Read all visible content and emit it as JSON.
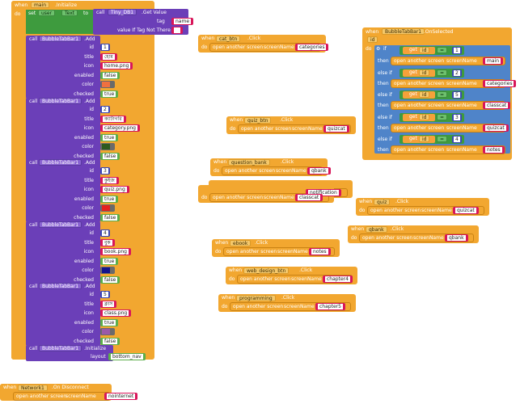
{
  "main_init": {
    "when": "when",
    "component": "main",
    "event": ".Initialize",
    "do": "do",
    "set": "set",
    "user_var": "user",
    "text_prop": "Text",
    "to": "to",
    "call": "call",
    "db": "Tiny_DB1",
    "get_value": ".Get Value",
    "tag": "tag",
    "tag_value": "name",
    "value_if_not": "value If Tag Not There",
    "add_items": [
      {
        "call": "call",
        "component": "BubbleTabBar1",
        "method": ".Add",
        "id_label": "id",
        "id": "1",
        "title_label": "title",
        "title": "হোম",
        "icon_label": "icon",
        "icon": "home.png",
        "enabled_label": "enabled",
        "enabled": "false",
        "color_label": "color",
        "color": "#f07040",
        "checked_label": "checked",
        "checked": "true"
      },
      {
        "call": "call",
        "component": "BubbleTabBar1",
        "method": ".Add",
        "id_label": "id",
        "id": "2",
        "title_label": "title",
        "title": "ক্যাটাগরি",
        "icon_label": "icon",
        "icon": "category.png",
        "enabled_label": "enabled",
        "enabled": "true",
        "color_label": "color",
        "color": "#2d5a1e",
        "checked_label": "checked",
        "checked": "false"
      },
      {
        "call": "call",
        "component": "BubbleTabBar1",
        "method": ".Add",
        "id_label": "id",
        "id": "3",
        "title_label": "title",
        "title": "কুইজ",
        "icon_label": "icon",
        "icon": "quiz.png",
        "enabled_label": "enabled",
        "enabled": "true",
        "color_label": "color",
        "color": "#e52020",
        "checked_label": "checked",
        "checked": "false"
      },
      {
        "call": "call",
        "component": "BubbleTabBar1",
        "method": ".Add",
        "id_label": "id",
        "id": "4",
        "title_label": "title",
        "title": "বুক",
        "icon_label": "icon",
        "icon": "book.png",
        "enabled_label": "enabled",
        "enabled": "true",
        "color_label": "color",
        "color": "#14148c",
        "checked_label": "checked",
        "checked": "false"
      },
      {
        "call": "call",
        "component": "BubbleTabBar1",
        "method": ".Add",
        "id_label": "id",
        "id": "5",
        "title_label": "title",
        "title": "ক্লাস",
        "icon_label": "icon",
        "icon": "class.png",
        "enabled_label": "enabled",
        "enabled": "true",
        "color_label": "color",
        "color": "#9a5aa8",
        "checked_label": "checked",
        "checked": "false"
      }
    ],
    "init_call": "call",
    "init_component": "BubbleTabBar1",
    "init_method": ".Initialize",
    "layout_label": "layout",
    "layout_value": "bottom_nav"
  },
  "network": {
    "when": "when",
    "component": "Network1",
    "event": ".On Disconnect",
    "action": "open another screen",
    "screen_name_label": "screenName",
    "screen": "nointernet"
  },
  "click_events": [
    {
      "when": "when",
      "component": "cat_btn",
      "event": ".Click",
      "do": "do",
      "action": "open another screen",
      "screen_name_label": "screenName",
      "screen": "categories"
    },
    {
      "when": "when",
      "component": "quiz_btn",
      "event": ".Click",
      "do": "do",
      "action": "open another screen",
      "screen_name_label": "screenName",
      "screen": "quizcat"
    },
    {
      "when": "when",
      "component": "question_bank",
      "event": ".Click",
      "do": "do",
      "action": "open another screen",
      "screen_name_label": "screenName",
      "screen": "qbank"
    },
    {
      "when": "when",
      "component": "",
      "event": "",
      "do": "do",
      "action": "open another screen",
      "screen_name_label": "screenName",
      "screen": "notification"
    },
    {
      "when": "when",
      "component": "",
      "event": "",
      "do": "do",
      "action": "open another screen",
      "screen_name_label": "screenName",
      "screen": "classcat"
    },
    {
      "when": "when",
      "component": "quiz",
      "event": ".Click",
      "do": "do",
      "action": "open another screen",
      "screen_name_label": "screenName",
      "screen": "quizcat"
    },
    {
      "when": "when",
      "component": "qbank",
      "event": ".Click",
      "do": "do",
      "action": "open another screen",
      "screen_name_label": "screenName",
      "screen": "qbank"
    },
    {
      "when": "when",
      "component": "ebook",
      "event": ".Click",
      "do": "do",
      "action": "open another screen",
      "screen_name_label": "screenName",
      "screen": "notes"
    },
    {
      "when": "when",
      "component": "web_design_btn",
      "event": ".Click",
      "do": "do",
      "action": "open another screen",
      "screen_name_label": "screenName",
      "screen": "chapter4"
    },
    {
      "when": "when",
      "component": "programming",
      "event": ".Click",
      "do": "do",
      "action": "open another screen",
      "screen_name_label": "screenName",
      "screen": "chapter5"
    }
  ],
  "tab_selected": {
    "when": "when",
    "component": "BubbleTabBar1",
    "event": ".OnSelected",
    "param": "id",
    "do": "do",
    "if": "if",
    "get": "get",
    "var": "id",
    "op": "=",
    "then": "then",
    "else_if": "else if",
    "action": "open another screen",
    "screen_name_label": "screenName",
    "branches": [
      {
        "id": "1",
        "screen": "main"
      },
      {
        "id": "2",
        "screen": "categories"
      },
      {
        "id": "5",
        "screen": "classcat"
      },
      {
        "id": "3",
        "screen": "quizcat"
      },
      {
        "id": "4",
        "screen": "notes"
      }
    ]
  }
}
